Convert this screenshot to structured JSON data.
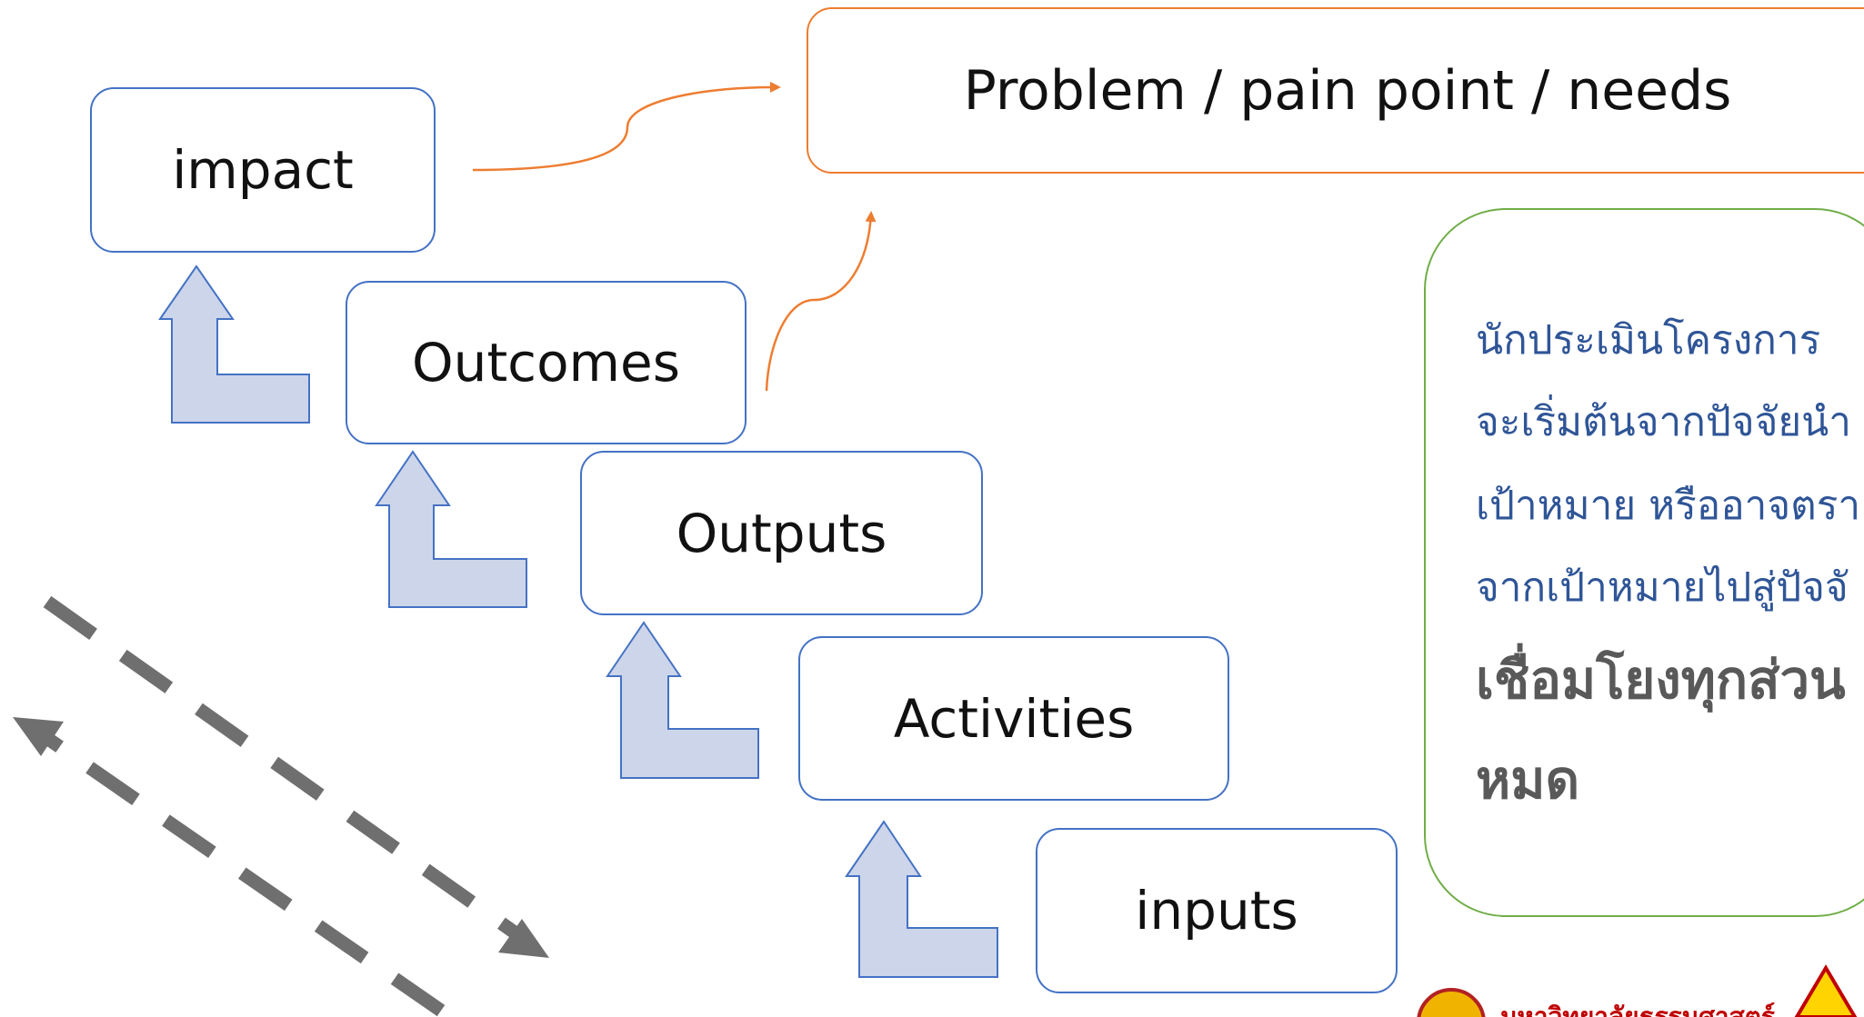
{
  "diagram": {
    "problem_label": "Problem / pain point / needs",
    "levels": {
      "impact": "impact",
      "outcomes": "Outcomes",
      "outputs": "Outputs",
      "activities": "Activities",
      "inputs": "inputs"
    },
    "note": {
      "line1": "นักประเมินโครงการ",
      "line2": "จะเริ่มต้นจากปัจจัยนำ",
      "line3": "เป้าหมาย หรืออาจตรา",
      "line4": "จากเป้าหมายไปสู่ปัจจั",
      "line5": "เชื่อมโยงทุกส่วน",
      "line6": "หมด"
    },
    "footer": {
      "university": "มหาวิทยาลัยธรรมศาสตร์"
    }
  },
  "colors": {
    "box_border": "#4472c4",
    "problem_border": "#ed7d31",
    "note_border": "#70ad47",
    "up_arrow_fill": "#cdd5ea",
    "dashed_arrow": "#6f6f6f",
    "curve_arrow": "#ed7d31"
  }
}
